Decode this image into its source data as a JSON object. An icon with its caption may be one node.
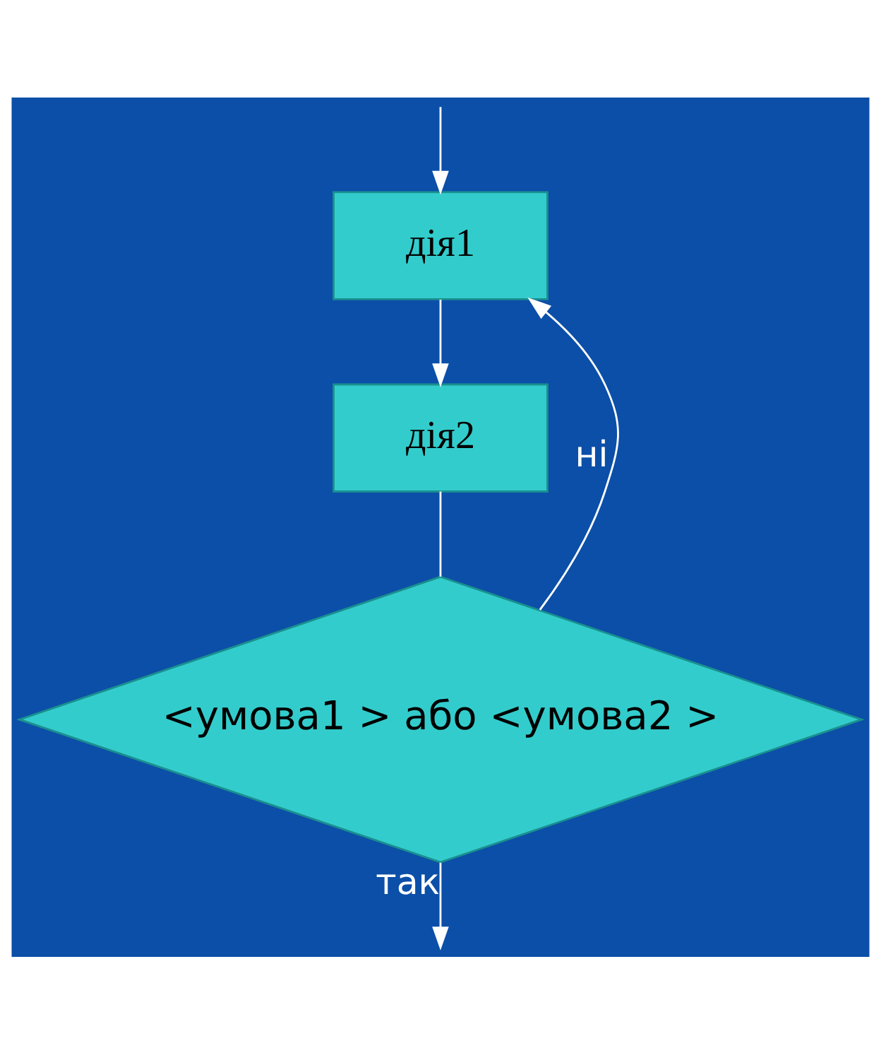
{
  "diagram": {
    "nodes": [
      {
        "text": [
          "дія1"
        ]
      },
      {
        "text": [
          "дія2"
        ]
      },
      {
        "text": [
          "<умова1 > або <умова2 >"
        ]
      }
    ],
    "edges": [
      {
        "from": null,
        "to": 0,
        "arrow": "to"
      },
      {
        "from": 0,
        "to": 1,
        "arrow": "to"
      },
      {
        "from": 1,
        "to": 2,
        "arrow": "none"
      },
      {
        "from": 2,
        "to": 0,
        "arrow": "to",
        "label": "ні"
      },
      {
        "from": 2,
        "to": null,
        "arrow": "to",
        "label": "так"
      }
    ]
  }
}
